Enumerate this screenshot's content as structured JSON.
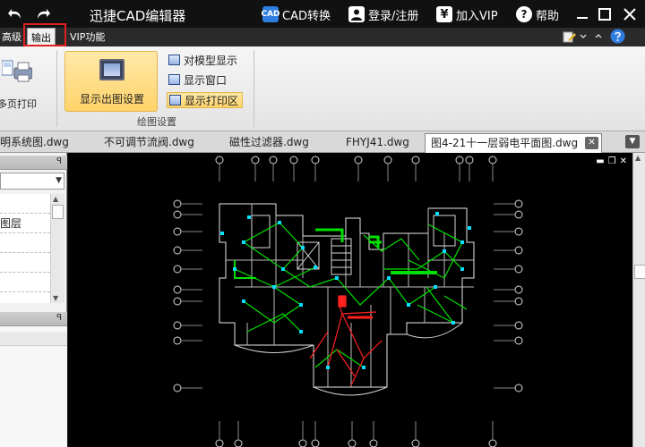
{
  "titlebar": {
    "app_title": "迅捷CAD编辑器",
    "cad_convert": "CAD转换",
    "cad_icon": "CAD",
    "login": "登录/注册",
    "vip": "加入VIP",
    "vip_icon": "¥",
    "help": "帮助",
    "help_icon": "?"
  },
  "menu": {
    "items": [
      "高级",
      "输出",
      "VIP功能"
    ],
    "active": "输出"
  },
  "ribbon": {
    "partial_button": "多页打印",
    "primary_button": "显示出图设置",
    "small_buttons": [
      "对模型显示",
      "显示窗口",
      "显示打印区"
    ],
    "highlighted_small": "显示打印区",
    "group_label": "绘图设置"
  },
  "tabs": [
    {
      "label": "明系统图.dwg",
      "active": false
    },
    {
      "label": "不可调节流阀.dwg",
      "active": false
    },
    {
      "label": "磁性过滤器.dwg",
      "active": false
    },
    {
      "label": "FHYJ41.dwg",
      "active": false
    },
    {
      "label": "图4-21十一层弱电平面图.dwg",
      "active": true
    }
  ],
  "left_panel": {
    "pin_glyph": "ꟼ",
    "layer_rows": [
      "",
      "图层",
      "",
      "",
      "",
      ""
    ]
  },
  "icons": {
    "undo": "undo-arrow-icon",
    "redo": "redo-arrow-icon",
    "cad_convert": "cad-convert-icon",
    "login": "user-icon",
    "vip": "yen-icon",
    "help": "help-icon",
    "minimize": "minimize-icon",
    "maximize": "maximize-icon",
    "close": "close-icon"
  },
  "colors": {
    "highlight_border": "#e02020",
    "ribbon_selected": "#ffd36a",
    "canvas_bg": "#000000",
    "plan_green": "#00e000",
    "plan_red": "#ff2020",
    "plan_cyan": "#00e0ff"
  }
}
